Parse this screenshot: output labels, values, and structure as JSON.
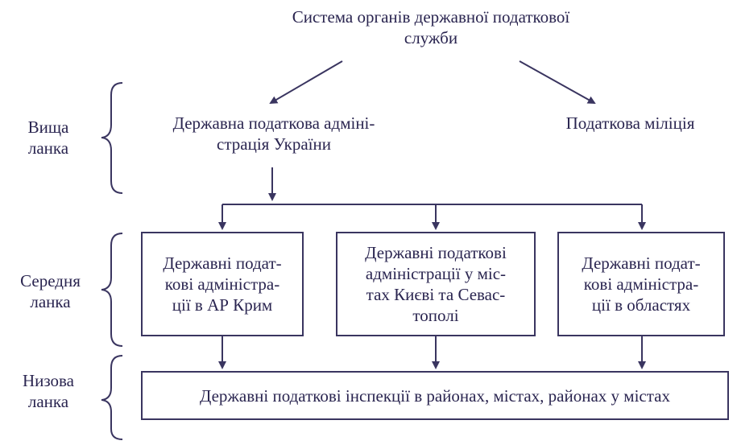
{
  "title": {
    "line1": "Система органів державної податкової",
    "line2": "служби"
  },
  "levels": [
    {
      "line1": "Вища",
      "line2": "ланка"
    },
    {
      "line1": "Середня",
      "line2": "ланка"
    },
    {
      "line1": "Низова",
      "line2": "ланка"
    }
  ],
  "top_nodes": {
    "admin": {
      "line1": "Державна податкова адміні-",
      "line2": "страція України"
    },
    "militia": "Податкова міліція"
  },
  "middle_nodes": [
    {
      "lines": [
        "Державні подат-",
        "кові адміністра-",
        "ції в АР Крим"
      ]
    },
    {
      "lines": [
        "Державні податкові",
        "адміністрації у міс-",
        "тах Києві та Севас-",
        "тополі"
      ]
    },
    {
      "lines": [
        "Державні подат-",
        "кові адміністра-",
        "ції в областях"
      ]
    }
  ],
  "bottom_node": "Державні податкові інспекції в районах, містах, районах у містах"
}
